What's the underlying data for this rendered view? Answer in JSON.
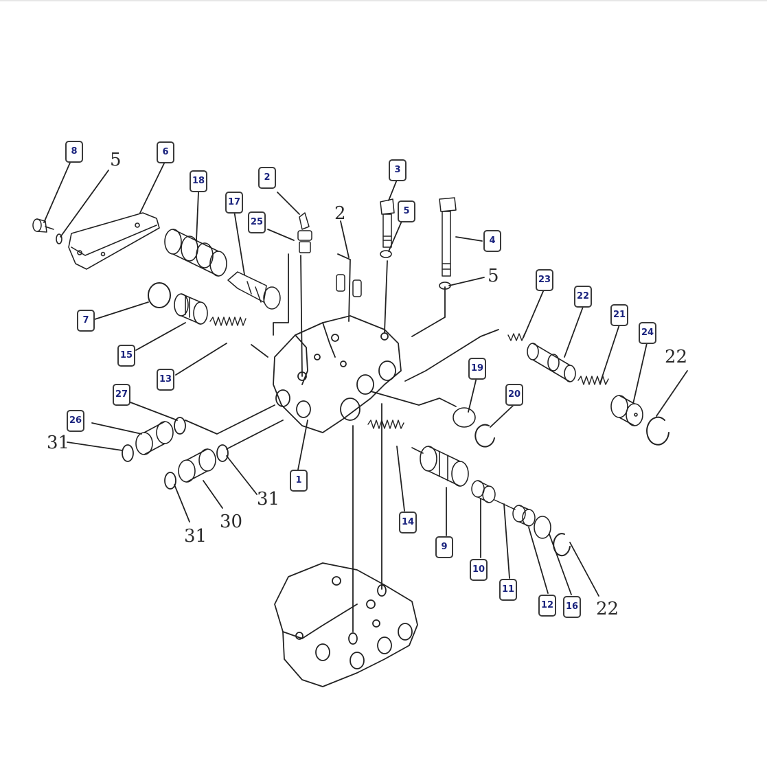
{
  "diagram": {
    "callouts": [
      {
        "id": "c8",
        "label": "8"
      },
      {
        "id": "c6",
        "label": "6"
      },
      {
        "id": "c18",
        "label": "18"
      },
      {
        "id": "c2a",
        "label": "2"
      },
      {
        "id": "c17",
        "label": "17"
      },
      {
        "id": "c25",
        "label": "25"
      },
      {
        "id": "c3",
        "label": "3"
      },
      {
        "id": "c5a",
        "label": "5"
      },
      {
        "id": "c4",
        "label": "4"
      },
      {
        "id": "c23",
        "label": "23"
      },
      {
        "id": "c22a",
        "label": "22"
      },
      {
        "id": "c21",
        "label": "21"
      },
      {
        "id": "c24",
        "label": "24"
      },
      {
        "id": "c7",
        "label": "7"
      },
      {
        "id": "c15",
        "label": "15"
      },
      {
        "id": "c13",
        "label": "13"
      },
      {
        "id": "c19",
        "label": "19"
      },
      {
        "id": "c20",
        "label": "20"
      },
      {
        "id": "c27",
        "label": "27"
      },
      {
        "id": "c26",
        "label": "26"
      },
      {
        "id": "c1",
        "label": "1"
      },
      {
        "id": "c14",
        "label": "14"
      },
      {
        "id": "c9",
        "label": "9"
      },
      {
        "id": "c10",
        "label": "10"
      },
      {
        "id": "c11",
        "label": "11"
      },
      {
        "id": "c12",
        "label": "12"
      },
      {
        "id": "c16",
        "label": "16"
      }
    ],
    "printed_labels": [
      {
        "id": "p5a",
        "text": "5"
      },
      {
        "id": "p2",
        "text": "2"
      },
      {
        "id": "p5b",
        "text": "5"
      },
      {
        "id": "p22a",
        "text": "22"
      },
      {
        "id": "p31a",
        "text": "31"
      },
      {
        "id": "p31b",
        "text": "31"
      },
      {
        "id": "p30",
        "text": "30"
      },
      {
        "id": "p31c",
        "text": "31"
      },
      {
        "id": "p22b",
        "text": "22"
      }
    ]
  }
}
